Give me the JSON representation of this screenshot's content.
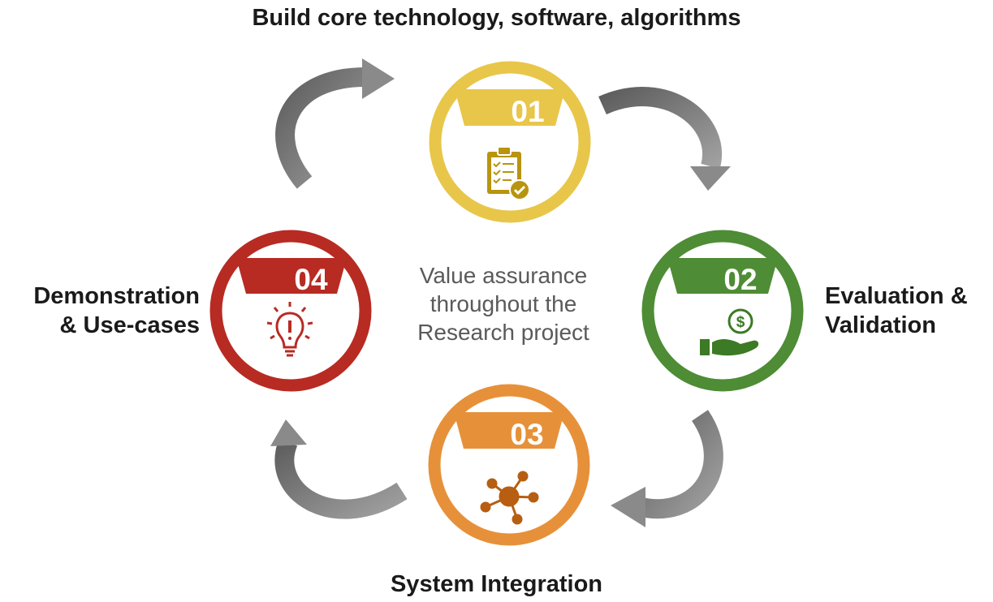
{
  "title": "Build core technology, software, algorithms",
  "center_text": [
    "Value assurance",
    "throughout the",
    "Research project"
  ],
  "steps": [
    {
      "number": "01",
      "color": "#E8C64A",
      "icon": "checklist-icon"
    },
    {
      "number": "02",
      "color": "#4E8C35",
      "icon": "money-hand-icon"
    },
    {
      "number": "03",
      "color": "#E6913A",
      "icon": "network-hub-icon"
    },
    {
      "number": "04",
      "color": "#B72B23",
      "icon": "lightbulb-exclamation-icon"
    }
  ],
  "labels": {
    "evaluation": [
      "Evaluation &",
      "Validation"
    ],
    "integration": "System Integration",
    "demonstration": [
      "Demonstration",
      "& Use-cases"
    ]
  },
  "icon_colors": {
    "checklist": "#B8940F",
    "money": "#3C7A25",
    "network": "#B75E12",
    "bulb": "#B72B23"
  },
  "arrow_color": "#7f7f7f"
}
